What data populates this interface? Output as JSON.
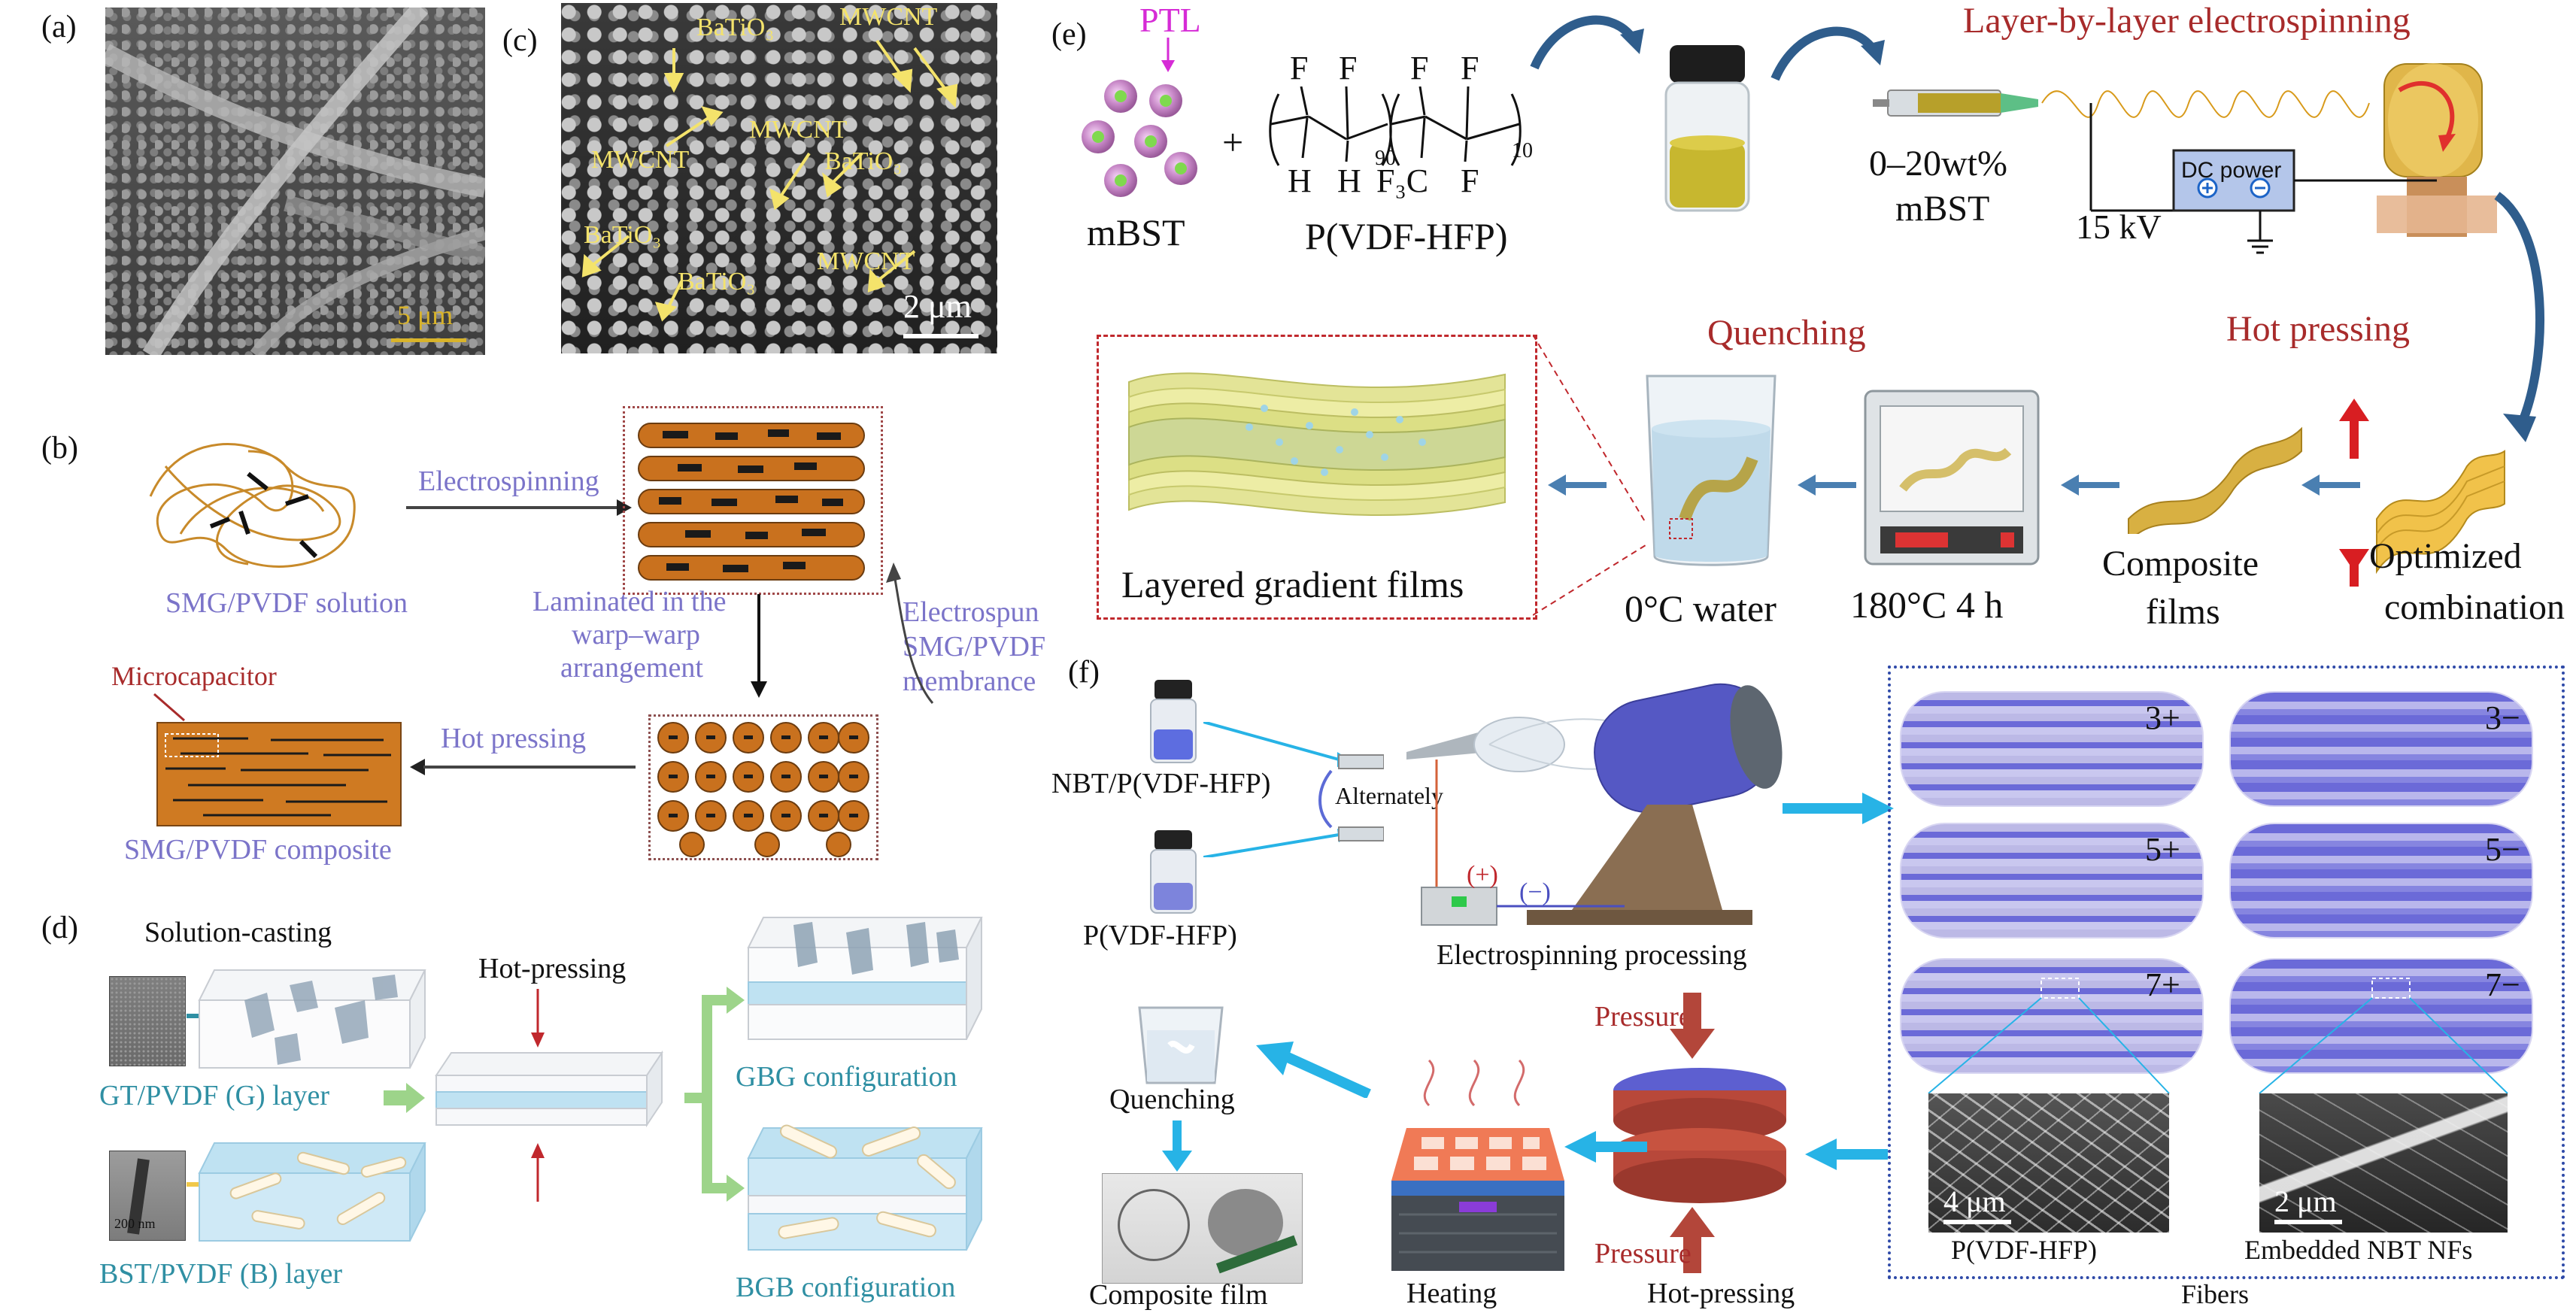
{
  "panels": {
    "a": {
      "label": "(a)",
      "scale": "5 μm"
    },
    "b": {
      "label": "(b)",
      "solution": "SMG/PVDF solution",
      "electrospinning": "Electrospinning",
      "laminated": [
        "Laminated in the",
        "warp–warp",
        "arrangement"
      ],
      "membrane": [
        "Electrospun",
        "SMG/PVDF",
        "membrance"
      ],
      "hot_pressing": "Hot pressing",
      "microcapacitor": "Microcapacitor",
      "composite": "SMG/PVDF composite"
    },
    "c": {
      "label": "(c)",
      "scale": "2 μm",
      "labels": [
        "BaTiO₃",
        "MWCNT",
        "MWCNT",
        "BaTiO₃",
        "MWCNT",
        "BaTiO₃",
        "MWCNT",
        "BaTiO₃"
      ]
    },
    "d": {
      "label": "(d)",
      "solution_casting": "Solution-casting",
      "hot_pressing": "Hot-pressing",
      "g_layer": "GT/PVDF (G) layer",
      "b_layer": "BST/PVDF (B) layer",
      "gbg": "GBG configuration",
      "bgb": "BGB configuration",
      "tem_scale": "200 nm"
    },
    "e": {
      "label": "(e)",
      "ptl": "PTL",
      "mbst": "mBST",
      "plus": "+",
      "polymer": "P(VDF-HFP)",
      "formula": {
        "f": "F",
        "h": "H",
        "f3c": "F₃C",
        "sub90": "90",
        "sub10": "10"
      },
      "lbl_title": "Layer-by-layer electrospinning",
      "wt": "0–20wt%",
      "wt_mbst": "mBST",
      "kv": "15 kV",
      "dc_power": "DC power",
      "quenching": "Quenching",
      "hot_pressing": "Hot pressing",
      "layered": "Layered gradient films",
      "water": "0°C water",
      "oven": "180°C 4 h",
      "composite": [
        "Composite",
        "films"
      ],
      "optimized": [
        "Optimized",
        "combination"
      ]
    },
    "f": {
      "label": "(f)",
      "nbt": "NBT/P(VDF-HFP)",
      "pvdf": "P(VDF-HFP)",
      "alternately": "Alternately",
      "plus": "(+)",
      "minus": "(−)",
      "electrospinning": "Electrospinning processing",
      "pressure_top": "Pressure",
      "pressure_bottom": "Pressure",
      "hot_pressing": "Hot-pressing",
      "heating": "Heating",
      "quenching": "Quenching",
      "composite_film": "Composite film",
      "fibers": "Fibers",
      "configs": [
        "3+",
        "3−",
        "5+",
        "5−",
        "7+",
        "7−"
      ],
      "sem_left_scale": "4 μm",
      "sem_right_scale": "2 μm",
      "sem_left_label": "P(VDF-HFP)",
      "sem_right_label": "Embedded NBT NFs"
    }
  },
  "colors": {
    "accent_blue": "#7b74c9",
    "teal": "#2f8fa3",
    "dark_red": "#a82b2b",
    "arrow_blue": "#27b3e6",
    "fiber_purple": "#6b6ad8",
    "gold": "#d89a1a"
  }
}
